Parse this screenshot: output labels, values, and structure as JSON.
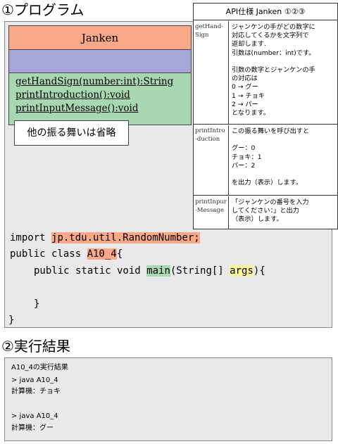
{
  "section1_title": "①プログラム",
  "section2_title": "②実行結果",
  "uml": {
    "class_name": "Janken",
    "methods": [
      "getHandSign(number:int):String",
      "printIntroduction():void",
      "printInputMessage():void"
    ]
  },
  "omitted_note": "他の振る舞いは省略",
  "api": {
    "title": "API仕様 Janken ①②③",
    "rows": [
      {
        "name": "getHand-Sign",
        "lines": [
          "ジャンケンの手がどの数字に",
          "対応してくるかを文字列で",
          "返却します.",
          "引数は(number：int)です。",
          "",
          "引数の数字とジャンケンの手",
          "の対応は",
          "0 → グー",
          "1 → チョキ",
          "2 → パー",
          "となります。"
        ]
      },
      {
        "name": "printIntro-duction",
        "lines": [
          "この振る舞いを呼び出すと",
          "",
          "グー：0",
          "チョキ：1",
          "パー：2",
          "",
          "を出力（表示）します。"
        ]
      },
      {
        "name": "printInpur-Message",
        "lines": [
          "「ジャンケンの番号を入力",
          "してください：」と出力",
          "（表示）します。"
        ]
      }
    ]
  },
  "code": {
    "import_kw": "import ",
    "import_pkg": "jp.tdu.util.RandomNumber;",
    "class_decl": "public class ",
    "class_name": "A10_4",
    "class_open": "{",
    "method_decl": "public static void ",
    "method_name": "main",
    "method_params": "(String[] ",
    "args_name": "args",
    "method_open": "){",
    "method_close": "}",
    "class_close": "}"
  },
  "result": {
    "caption": "A10_4の実行結果",
    "lines": [
      "> java A10_4",
      "計算機：チョキ",
      "",
      "> java A10_4",
      "計算機：グー"
    ]
  }
}
